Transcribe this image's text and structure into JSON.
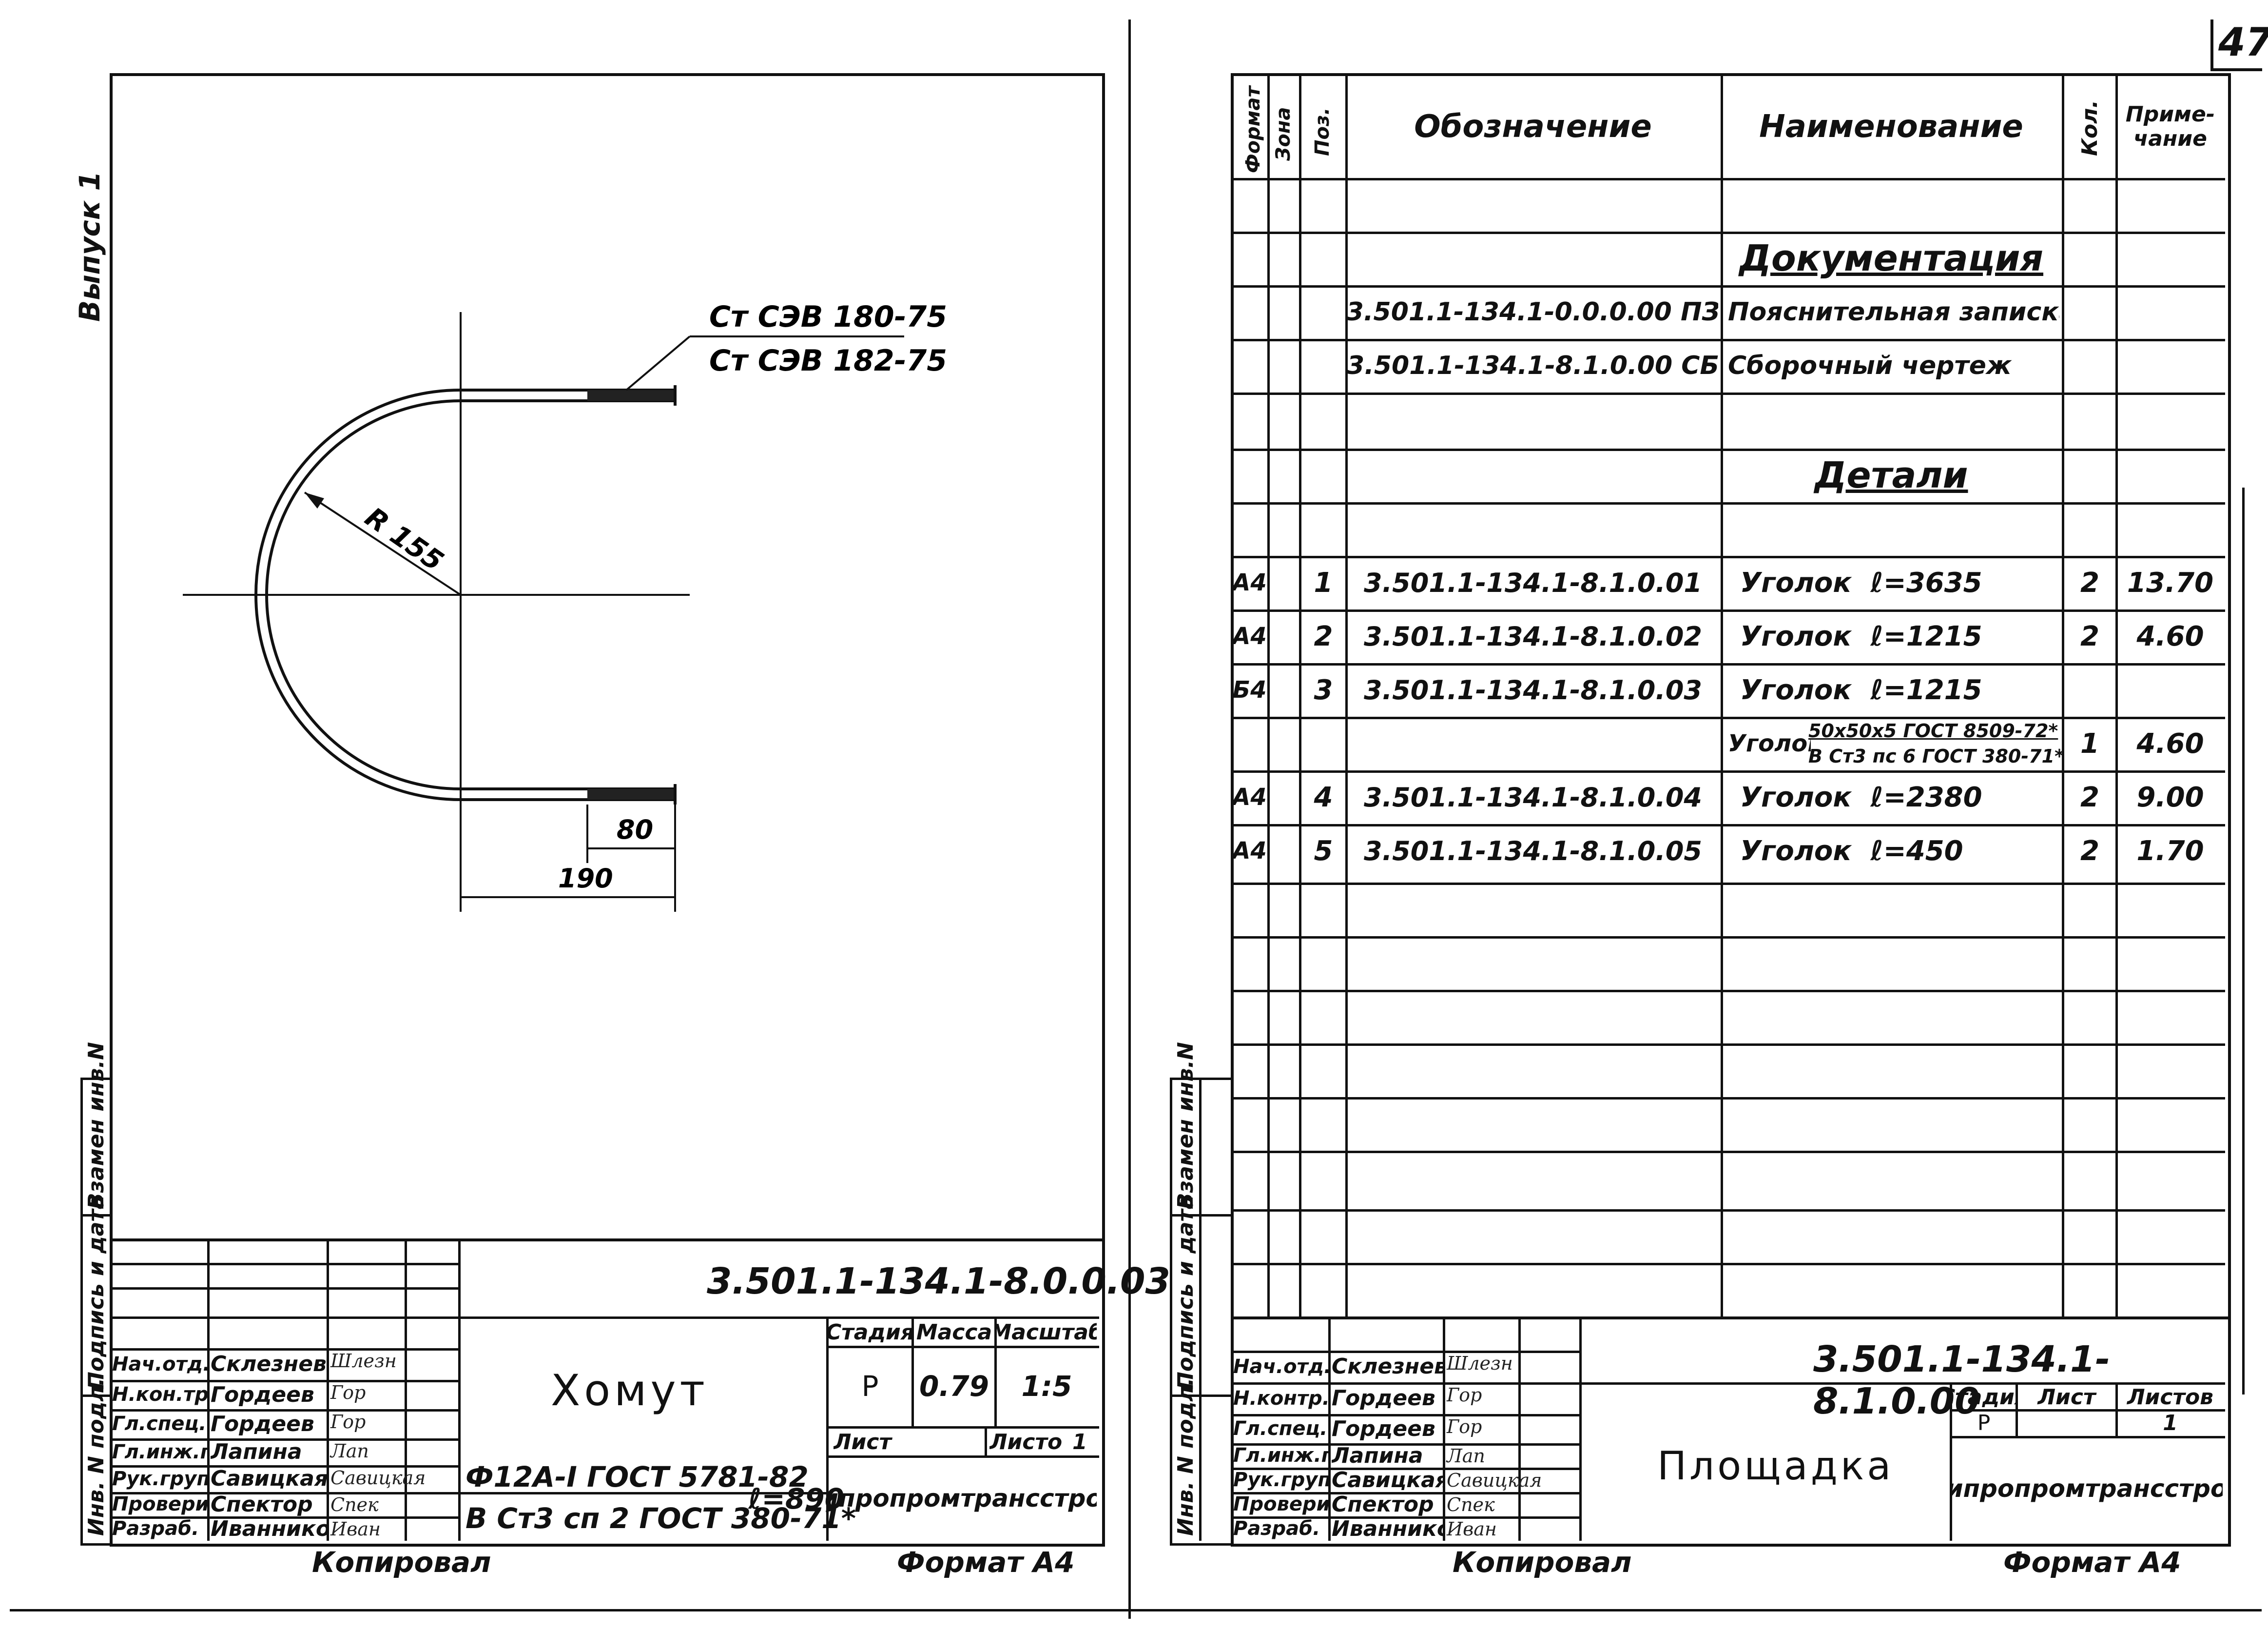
{
  "page_number": "47",
  "left_side_label": "Выпуск 1",
  "left_sheet": {
    "drawing": {
      "leader_line1": "Ст СЭВ 180-75",
      "leader_line2": "Ст СЭВ 182-75",
      "radius": "R 155",
      "dim_thread": "80",
      "dim_total": "190"
    },
    "side_stamp": [
      "Взамен инв.N",
      "Подпись и дата",
      "Инв. N подл."
    ],
    "designation": "3.501.1-134.1-8.0.0.03",
    "title": "Хомут",
    "material_line1": "Ф12А-I ГОСТ 5781-82",
    "material_line2": "В Ст3 сп 2 ГОСТ 380-71*",
    "length": "ℓ=890",
    "headers": {
      "stage": "Стадия",
      "mass": "Масса",
      "scale": "Масштаб",
      "sheet": "Лист",
      "sheets": "Листов"
    },
    "stage": "Р",
    "mass": "0.79",
    "scale": "1:5",
    "sheets_value": "1",
    "organization": "Гипропромтрансстрой",
    "copied": "Копировал",
    "format": "Формат А4",
    "roles": [
      {
        "role": "Нач.отд.",
        "name": "Склезнев",
        "sig": "Шлезн"
      },
      {
        "role": "Н.кон.тр.",
        "name": "Гордеев",
        "sig": "Гор"
      },
      {
        "role": "Гл.спец.",
        "name": "Гордеев",
        "sig": "Гор"
      },
      {
        "role": "Гл.инж.пр.",
        "name": "Лапина",
        "sig": "Лап"
      },
      {
        "role": "Рук.груп.",
        "name": "Савицкая",
        "sig": "Савицкая"
      },
      {
        "role": "Проверил",
        "name": "Спектор",
        "sig": "Спек"
      },
      {
        "role": "Разраб.",
        "name": "Иванникова",
        "sig": "Иван"
      }
    ]
  },
  "right_sheet": {
    "side_stamp": [
      "Взамен инв.N",
      "Подпись и дата",
      "Инв. N подл."
    ],
    "columns": {
      "format": "Формат",
      "zone": "Зона",
      "pos": "Поз.",
      "designation": "Обозначение",
      "name": "Наименование",
      "qty": "Кол.",
      "note": "Приме-\nчание"
    },
    "section_docs": "Документация",
    "docs": [
      {
        "designation": "3.501.1-134.1-0.0.0.00 ПЗ",
        "name": "Пояснительная записка"
      },
      {
        "designation": "3.501.1-134.1-8.1.0.00 СБ",
        "name": "Сборочный чертеж"
      }
    ],
    "section_parts": "Детали",
    "parts": [
      {
        "format": "А4",
        "pos": "1",
        "designation": "3.501.1-134.1-8.1.0.01",
        "name": "Уголок  ℓ=3635",
        "qty": "2",
        "note": "13.70"
      },
      {
        "format": "А4",
        "pos": "2",
        "designation": "3.501.1-134.1-8.1.0.02",
        "name": "Уголок  ℓ=1215",
        "qty": "2",
        "note": "4.60"
      },
      {
        "format": "Б4",
        "pos": "3",
        "designation": "3.501.1-134.1-8.1.0.03",
        "name": "Уголок  ℓ=1215",
        "qty": "",
        "note": ""
      },
      {
        "format": "",
        "pos": "",
        "designation": "",
        "name": "Уголок",
        "name_top": "50х50х5 ГОСТ 8509-72*",
        "name_bottom": "В Ст3 пс 6 ГОСТ 380-71*",
        "qty": "1",
        "note": "4.60"
      },
      {
        "format": "А4",
        "pos": "4",
        "designation": "3.501.1-134.1-8.1.0.04",
        "name": "Уголок  ℓ=2380",
        "qty": "2",
        "note": "9.00"
      },
      {
        "format": "А4",
        "pos": "5",
        "designation": "3.501.1-134.1-8.1.0.05",
        "name": "Уголок  ℓ=450",
        "qty": "2",
        "note": "1.70"
      }
    ],
    "designation": "3.501.1-134.1-8.1.0.00",
    "title": "Площадка",
    "headers": {
      "stage": "Стадия",
      "sheet": "Лист",
      "sheets": "Листов"
    },
    "stage": "Р",
    "sheets_value": "1",
    "organization": "Гипропромтрансстрой",
    "copied": "Копировал",
    "format": "Формат А4",
    "roles": [
      {
        "role": "Нач.отд.",
        "name": "Склезнев",
        "sig": "Шлезн"
      },
      {
        "role": "Н.контр.",
        "name": "Гордеев",
        "sig": "Гор"
      },
      {
        "role": "Гл.спец.",
        "name": "Гордеев",
        "sig": "Гор"
      },
      {
        "role": "Гл.инж.пр.",
        "name": "Лапина",
        "sig": "Лап"
      },
      {
        "role": "Рук.груп.",
        "name": "Савицкая",
        "sig": "Савицкая"
      },
      {
        "role": "Проверил",
        "name": "Спектор",
        "sig": "Спек"
      },
      {
        "role": "Разраб.",
        "name": "Иванникова",
        "sig": "Иван"
      }
    ]
  }
}
